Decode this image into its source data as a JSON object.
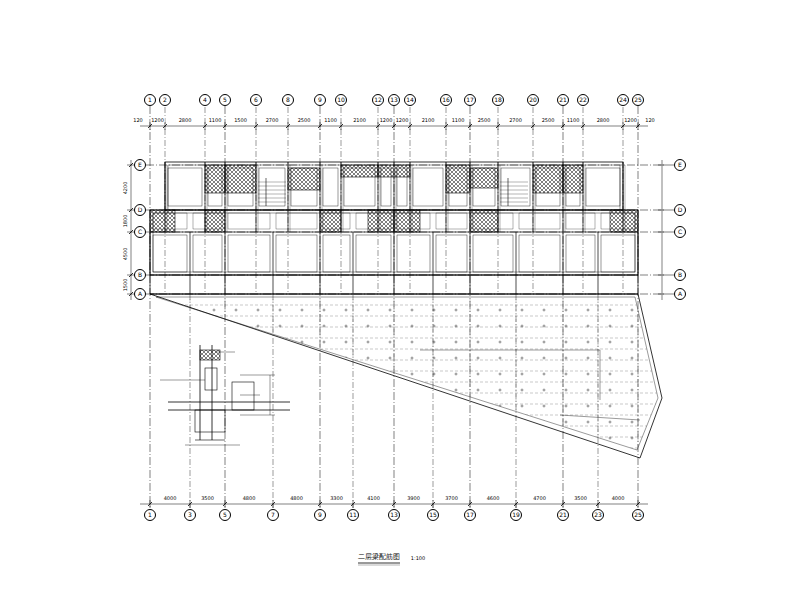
{
  "diagram": {
    "title": "二层梁配筋图",
    "nodes": [
      {
        "text": [
          "1"
        ]
      },
      {
        "text": [
          "2"
        ]
      },
      {
        "text": [
          "4"
        ]
      },
      {
        "text": [
          "5"
        ]
      },
      {
        "text": [
          "6"
        ]
      },
      {
        "text": [
          "8"
        ]
      },
      {
        "text": [
          "9"
        ]
      },
      {
        "text": [
          "10"
        ]
      },
      {
        "text": [
          "12"
        ]
      },
      {
        "text": [
          "13"
        ]
      },
      {
        "text": [
          "14"
        ]
      },
      {
        "text": [
          "16"
        ]
      },
      {
        "text": [
          "17"
        ]
      },
      {
        "text": [
          "18"
        ]
      },
      {
        "text": [
          "20"
        ]
      },
      {
        "text": [
          "21"
        ]
      },
      {
        "text": [
          "22"
        ]
      },
      {
        "text": [
          "24"
        ]
      },
      {
        "text": [
          "25"
        ]
      },
      {
        "text": [
          "E"
        ]
      },
      {
        "text": [
          "D"
        ]
      },
      {
        "text": [
          "C"
        ]
      },
      {
        "text": [
          "B"
        ]
      },
      {
        "text": [
          "A"
        ]
      },
      {
        "text": [
          "E"
        ]
      },
      {
        "text": [
          "D"
        ]
      },
      {
        "text": [
          "C"
        ]
      },
      {
        "text": [
          "B"
        ]
      },
      {
        "text": [
          "A"
        ]
      },
      {
        "text": [
          "1"
        ]
      },
      {
        "text": [
          "3"
        ]
      },
      {
        "text": [
          "5"
        ]
      },
      {
        "text": [
          "7"
        ]
      },
      {
        "text": [
          "9"
        ]
      },
      {
        "text": [
          "11"
        ]
      },
      {
        "text": [
          "13"
        ]
      },
      {
        "text": [
          "15"
        ]
      },
      {
        "text": [
          "17"
        ]
      },
      {
        "text": [
          "19"
        ]
      },
      {
        "text": [
          "21"
        ]
      },
      {
        "text": [
          "23"
        ]
      },
      {
        "text": [
          "25"
        ]
      }
    ],
    "edges": [
      {
        "from": 19,
        "to": 24,
        "arrow": "none"
      },
      {
        "from": 20,
        "to": 25,
        "arrow": "none"
      },
      {
        "from": 21,
        "to": 26,
        "arrow": "none"
      },
      {
        "from": 22,
        "to": 27,
        "arrow": "none"
      },
      {
        "from": 23,
        "to": 28,
        "arrow": "none"
      },
      {
        "from": 0,
        "to": 29,
        "arrow": "none"
      },
      {
        "from": 3,
        "to": 31,
        "arrow": "none"
      },
      {
        "from": 6,
        "to": 33,
        "arrow": "none"
      },
      {
        "from": 9,
        "to": 35,
        "arrow": "none"
      },
      {
        "from": 12,
        "to": 37,
        "arrow": "none"
      },
      {
        "from": 15,
        "to": 39,
        "arrow": "none"
      },
      {
        "from": 18,
        "to": 41,
        "arrow": "none"
      }
    ],
    "labels": [
      "1200",
      "2800",
      "1100",
      "1500",
      "2700",
      "2500",
      "1100",
      "2100",
      "1200",
      "1200",
      "2100",
      "1100",
      "2500",
      "2700",
      "2500",
      "1100",
      "2800",
      "1200",
      "120",
      "120",
      "4000",
      "3500",
      "4800",
      "4800",
      "3300",
      "4100",
      "3900",
      "3700",
      "4600",
      "4700",
      "3500",
      "4000",
      "4200",
      "1800",
      "4500",
      "1500",
      "1:100"
    ]
  }
}
